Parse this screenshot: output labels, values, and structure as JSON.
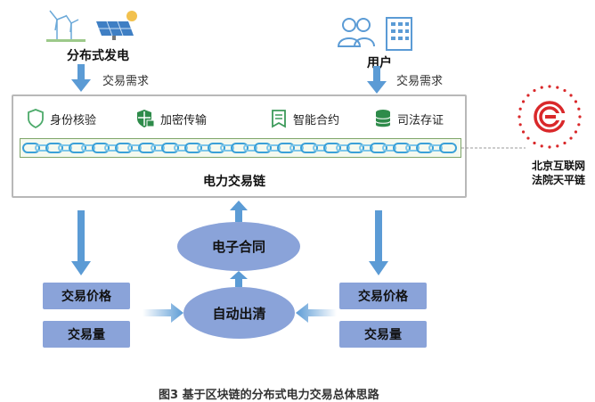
{
  "top": {
    "generator": {
      "label": "分布式发电",
      "icons": [
        "wind-turbine-icon",
        "solar-panel-icon"
      ]
    },
    "user": {
      "label": "用户",
      "icons": [
        "users-icon",
        "building-icon"
      ]
    },
    "demand_left": "交易需求",
    "demand_right": "交易需求"
  },
  "chain_box": {
    "features": [
      {
        "label": "身份核验",
        "icon": "shield-icon"
      },
      {
        "label": "加密传输",
        "icon": "encryption-shield-icon"
      },
      {
        "label": "智能合约",
        "icon": "contract-icon"
      },
      {
        "label": "司法存证",
        "icon": "database-icon"
      }
    ],
    "title": "电力交易链"
  },
  "court": {
    "line1": "北京互联网",
    "line2": "法院天平链"
  },
  "bottom": {
    "contract": "电子合同",
    "clearing": "自动出清",
    "left_price": "交易价格",
    "left_volume": "交易量",
    "right_price": "交易价格",
    "right_volume": "交易量"
  },
  "caption": "图3  基于区块链的分布式电力交易总体思路",
  "colors": {
    "accent_blue": "#8aa3d9",
    "arrow_blue": "#5b9bd5",
    "chain_green": "#7fa66a",
    "court_red": "#d9282a"
  }
}
